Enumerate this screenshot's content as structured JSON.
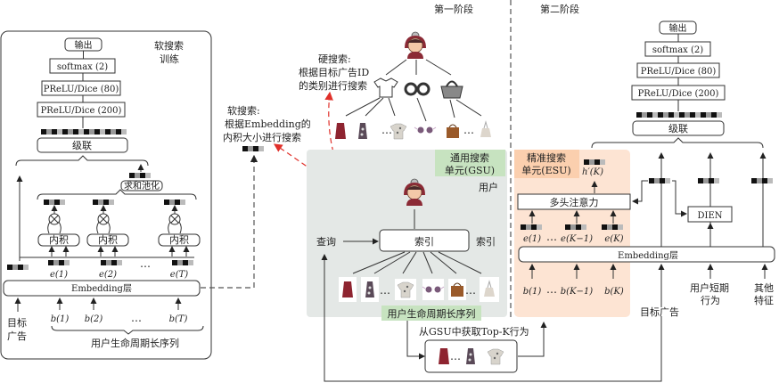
{
  "stage_labels": {
    "stage1": "第一阶段",
    "stage2": "第二阶段"
  },
  "left_panel": {
    "title_line1": "软搜索",
    "title_line2": "训练",
    "output": "输出",
    "softmax": "softmax (2)",
    "prelu80": "PReLU/Dice (80)",
    "prelu200": "PReLU/Dice (200)",
    "concat": "级联",
    "sum_pool": "求和池化",
    "inner_product": "内积",
    "embeddings": [
      "e(1)",
      "e(2)",
      "e(T)"
    ],
    "ellipsis": "…",
    "embedding_layer": "Embedding层",
    "target_ad_line1": "目标",
    "target_ad_line2": "广告",
    "behaviors": [
      "b(1)",
      "b(2)",
      "b(T)"
    ],
    "sequence_label": "用户生命周期长序列"
  },
  "soft_search": {
    "title": "软搜索:",
    "line1": "根据Embedding的",
    "line2": "内积大小进行搜索"
  },
  "hard_search": {
    "title": "硬搜索:",
    "line1": "根据目标广告ID",
    "line2": "的类别进行搜索"
  },
  "gsu": {
    "title_line1": "通用搜索",
    "title_line2": "单元(GSU)",
    "user_label": "用户",
    "query_label": "查询",
    "index_box": "索引",
    "index_label": "索引",
    "sequence_label": "用户生命周期长序列",
    "topk_label": "从GSU中获取Top-K行为",
    "bg_color": "#e4e8e6",
    "tag_color": "#c7e3c0"
  },
  "esu": {
    "title_line1": "精准搜索",
    "title_line2": "单元(ESU)",
    "output_label": "h′(K)",
    "attention": "多头注意力",
    "embeddings": [
      "e(1)",
      "e(K−1)",
      "e(K)"
    ],
    "behaviors": [
      "b(1)",
      "b(K−1)",
      "b(K)"
    ],
    "bg_color": "#fde4d3",
    "tag_color": "#fbcfae"
  },
  "right_panel": {
    "output": "输出",
    "softmax": "softmax (2)",
    "prelu80": "PReLU/Dice (80)",
    "prelu200": "PReLU/Dice (200)",
    "concat": "级联",
    "dien": "DIEN",
    "embedding_layer": "Embedding层",
    "target_ad": "目标广告",
    "short_term_line1": "用户短期",
    "short_term_line2": "行为",
    "other_line1": "其他",
    "other_line2": "特征"
  },
  "item_icons": {
    "categories": [
      "shirt-icon",
      "glasses-icon",
      "bag-icon"
    ],
    "items": [
      "dress",
      "patterned-dress",
      "floral-shirt",
      "sunglasses",
      "brown-handbag",
      "white-bag"
    ]
  }
}
